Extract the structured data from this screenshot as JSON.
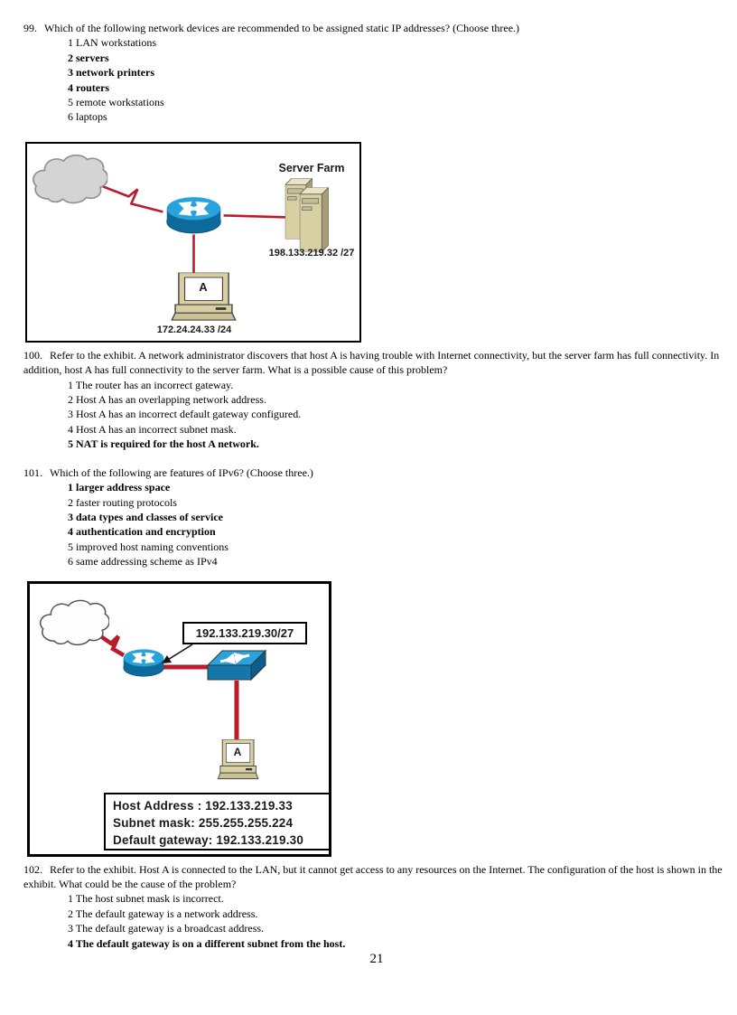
{
  "questions": {
    "q99": {
      "number": "99.",
      "text": "Which of the following network devices are recommended to be assigned static IP addresses? (Choose three.)",
      "options": [
        "1 LAN workstations",
        "2 servers",
        "3 network printers",
        "4 routers",
        "5 remote workstations",
        "6 laptops"
      ]
    },
    "q100": {
      "number": "100.",
      "text": "Refer to the exhibit. A network administrator discovers that host A is having trouble with Internet connectivity, but the server farm has full connectivity. In addition, host A has full connectivity to the server farm. What is a possible cause of this problem?",
      "options": [
        "1 The router has an incorrect gateway.",
        "2 Host A has an overlapping network address.",
        "3 Host A has an incorrect default gateway configured.",
        "4 Host A has an incorrect subnet mask.",
        "5 NAT is required for the host A network."
      ]
    },
    "q101": {
      "number": "101.",
      "text": "Which of the following are features of IPv6? (Choose three.)",
      "options": [
        "1 larger address space",
        "2 faster routing protocols",
        "3 data types and classes of service",
        "4 authentication and encryption",
        "5 improved host naming conventions",
        "6 same addressing scheme as IPv4"
      ]
    },
    "q102": {
      "number": "102.",
      "text": "Refer to the exhibit. Host A is connected to the LAN, but it cannot get access to any resources on the Internet. The configuration of the host is shown in the exhibit. What could be the cause of the problem?",
      "options": [
        "1 The host subnet mask is incorrect.",
        "2 The default gateway is a network address.",
        "3 The default gateway is a broadcast address.",
        "4 The default gateway is on a different subnet from the host."
      ]
    }
  },
  "exhibit1": {
    "server_farm_label": "Server Farm",
    "server_farm_ip": "198.133.219.32 /27",
    "host_label": "A",
    "host_ip": "172.24.24.33 /24"
  },
  "exhibit2": {
    "router_ip_label": "192.133.219.30/27",
    "host_label": "A",
    "config_line1": "Host Address : 192.133.219.33",
    "config_line2": "Subnet mask: 255.255.255.224",
    "config_line3": "Default gateway: 192.133.219.30"
  },
  "page": {
    "number": "21"
  },
  "colors": {
    "link_red": "#bb1b2d",
    "router_blue_top": "#2aa3dc",
    "router_blue_side": "#0d6a9b",
    "server_tan": "#d8d0a2",
    "cloud_gray": "#d4d4d4"
  }
}
